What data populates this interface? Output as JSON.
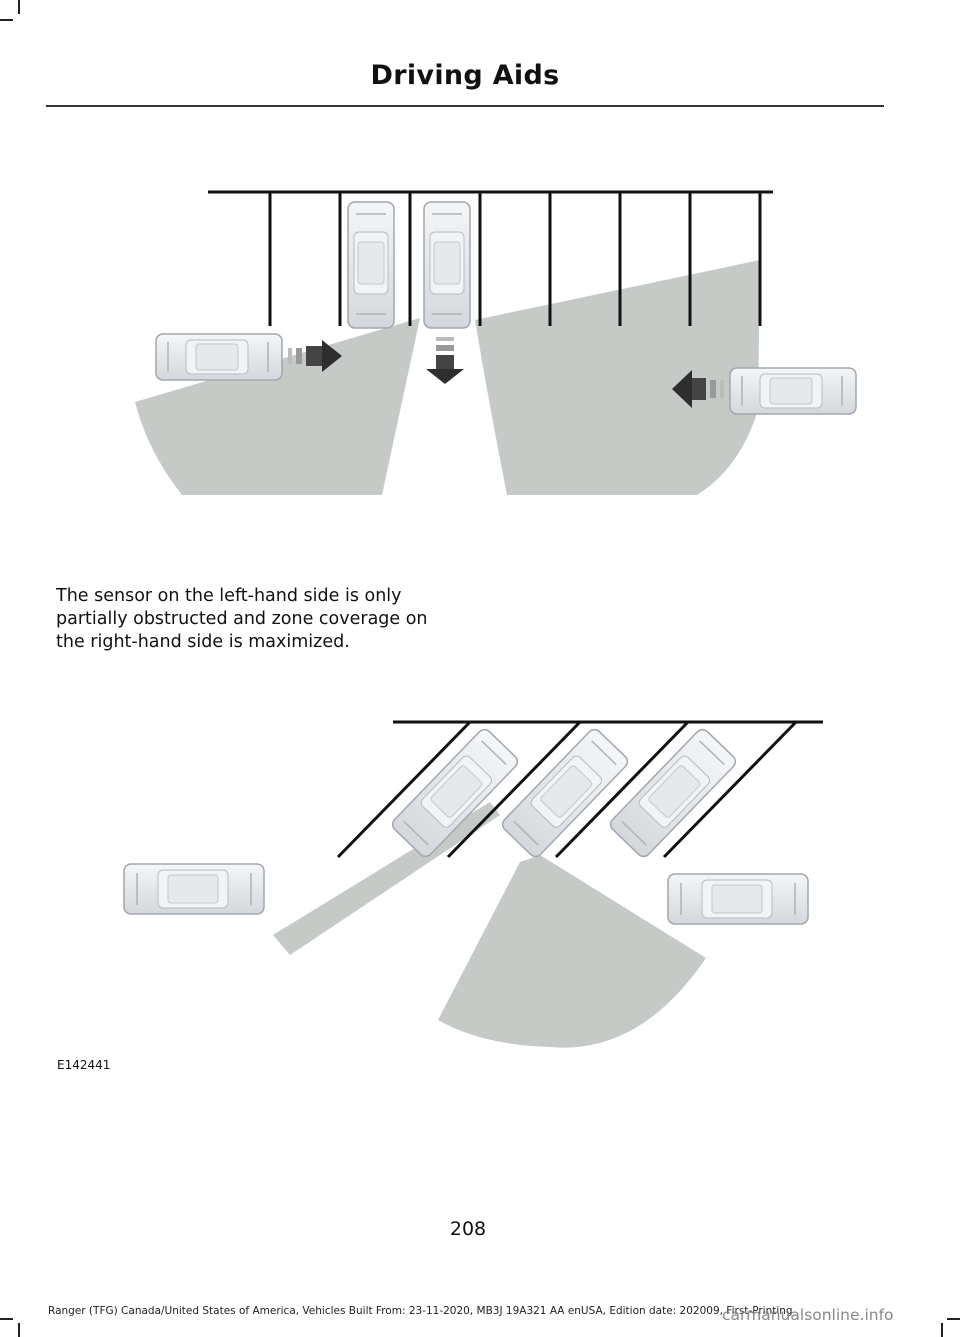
{
  "header": {
    "title": "Driving Aids"
  },
  "caption": "The sensor on the left-hand side is only partially obstructed and zone coverage on the right-hand side is maximized.",
  "figure": {
    "id": "E142441"
  },
  "page_number": "208",
  "footer": "Ranger (TFG) Canada/United States of America, Vehicles Built From: 23-11-2020, MB3J 19A321 AA enUSA, Edition date: 202009, First-Printing",
  "watermark": "carmanualsonline.info",
  "colors": {
    "zone": "#c5cac7",
    "car_body": "#e2e5e8",
    "car_edge": "#9aa0a6",
    "arrow": "#2e2e2e"
  }
}
